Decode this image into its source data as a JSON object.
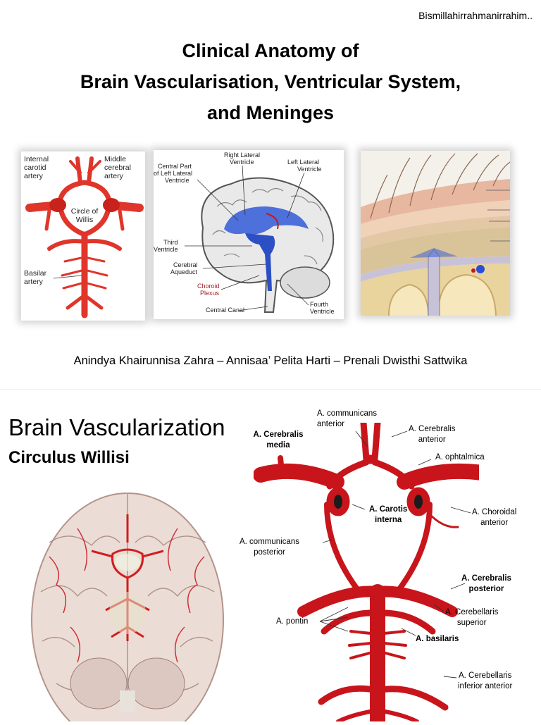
{
  "slide1": {
    "header": "Bismillahirrahmanirrahim..",
    "title_lines": [
      "Clinical Anatomy of",
      "Brain Vascularisation, Ventricular System,",
      "and Meninges"
    ],
    "images": {
      "circle": {
        "labels": [
          "Internal",
          "carotid",
          "artery",
          "Middle",
          "cerebral",
          "artery",
          "Circle of",
          "Willis",
          "Basilar",
          "artery"
        ]
      },
      "ventricles": {
        "labels": [
          "Right Lateral",
          "Ventricle",
          "Central Part",
          "of Left Lateral",
          "Ventricle",
          "Left Lateral",
          "Ventricle",
          "Third",
          "Ventricle",
          "Cerebral",
          "Aqueduct",
          "Choroid",
          "Plexus",
          "Central Canal",
          "Fourth",
          "Ventricle"
        ]
      }
    },
    "authors": "Anindya Khairunnisa Zahra – Annisaa’ Pelita Harti – Prenali Dwisthi Sattwika"
  },
  "slide2": {
    "heading": "Brain Vascularization",
    "subheading": "Circulus Willisi",
    "labels": {
      "comm_ant_1": "A. communicans",
      "comm_ant_2": "anterior",
      "cer_media_1": "A. Cerebralis",
      "cer_media_2": "media",
      "cer_ant_1": "A. Cerebralis",
      "cer_ant_2": "anterior",
      "ophtalmica": "A. ophtalmica",
      "carotis_1": "A. Carotis",
      "carotis_2": "interna",
      "choroidal_1": "A. Choroidal",
      "choroidal_2": "anterior",
      "comm_post_1": "A. communicans",
      "comm_post_2": "posterior",
      "cer_post_1": "A. Cerebralis",
      "cer_post_2": "posterior",
      "cerebellaris_sup_1": "A. Cerebellaris",
      "cerebellaris_sup_2": "superior",
      "pontin": "A. pontin",
      "basilaris": "A. basilaris",
      "cerebellaris_inf_1": "A. Cerebellaris",
      "cerebellaris_inf_2": "inferior anterior"
    }
  },
  "colors": {
    "artery": "#c8151b",
    "vein_blue": "#2a4fd6"
  }
}
